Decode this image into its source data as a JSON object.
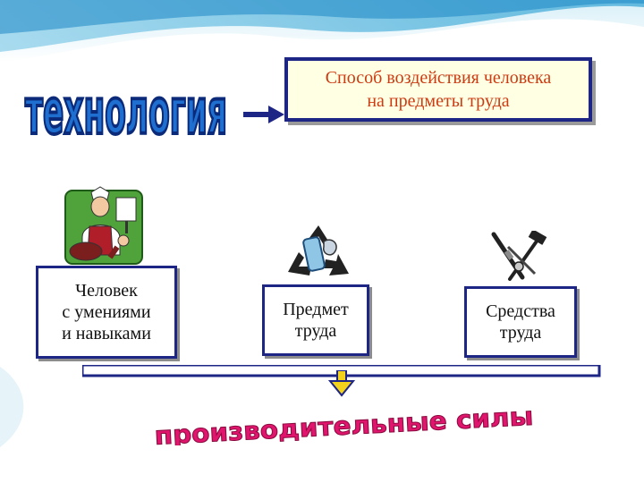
{
  "title_word": "технология",
  "definition": {
    "line1": "Способ воздействия человека",
    "line2": "на предметы труда"
  },
  "components": {
    "person": {
      "line1": "Человек",
      "line2": "с умениями",
      "line3": "и навыками"
    },
    "object": {
      "line1": "Предмет",
      "line2": "труда"
    },
    "means": {
      "line1": "Средства",
      "line2": "труда"
    }
  },
  "result": "производительные силы",
  "colors": {
    "title_fill": "#1f6fd0",
    "title_outline": "#0b2a7a",
    "definition_text": "#cc3b12",
    "box_border": "#1d2585",
    "arrow_yellow": "#f2d21a",
    "result_text": "#e0156d"
  },
  "icons": [
    "worker-icon",
    "recycle-icon",
    "tools-icon"
  ]
}
